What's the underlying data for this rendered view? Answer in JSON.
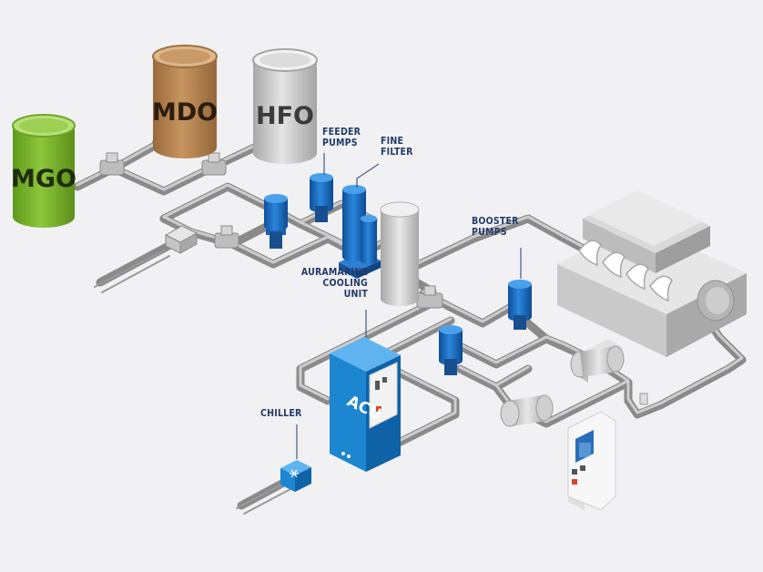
{
  "tanks": {
    "mgo": "MGO",
    "mdo": "MDO",
    "hfo": "HFO"
  },
  "callouts": {
    "feeder_pumps": [
      "FEEDER",
      "PUMPS"
    ],
    "fine_filter": [
      "FINE",
      "FILTER"
    ],
    "booster_pumps": [
      "BOOSTER",
      "PUMPS"
    ],
    "cooling_unit": [
      "AURAMARINE",
      "COOLING",
      "UNIT"
    ],
    "chiller": [
      "CHILLER"
    ]
  },
  "acu": {
    "label": "ACU"
  },
  "colors": {
    "background": "#f1f1f3",
    "pipe": "#8d8d8d",
    "pipe_highlight": "#cfcfcf",
    "pump_blue": "#1c6fc2",
    "acu_blue": "#1b8ad4",
    "label_navy": "#233a66",
    "mgo_green": "#7ab82e",
    "mdo_brown": "#b58453",
    "hfo_gray": "#c9c9c9",
    "engine_gray": "#cfcfcf",
    "accent_red": "#d9432c"
  }
}
